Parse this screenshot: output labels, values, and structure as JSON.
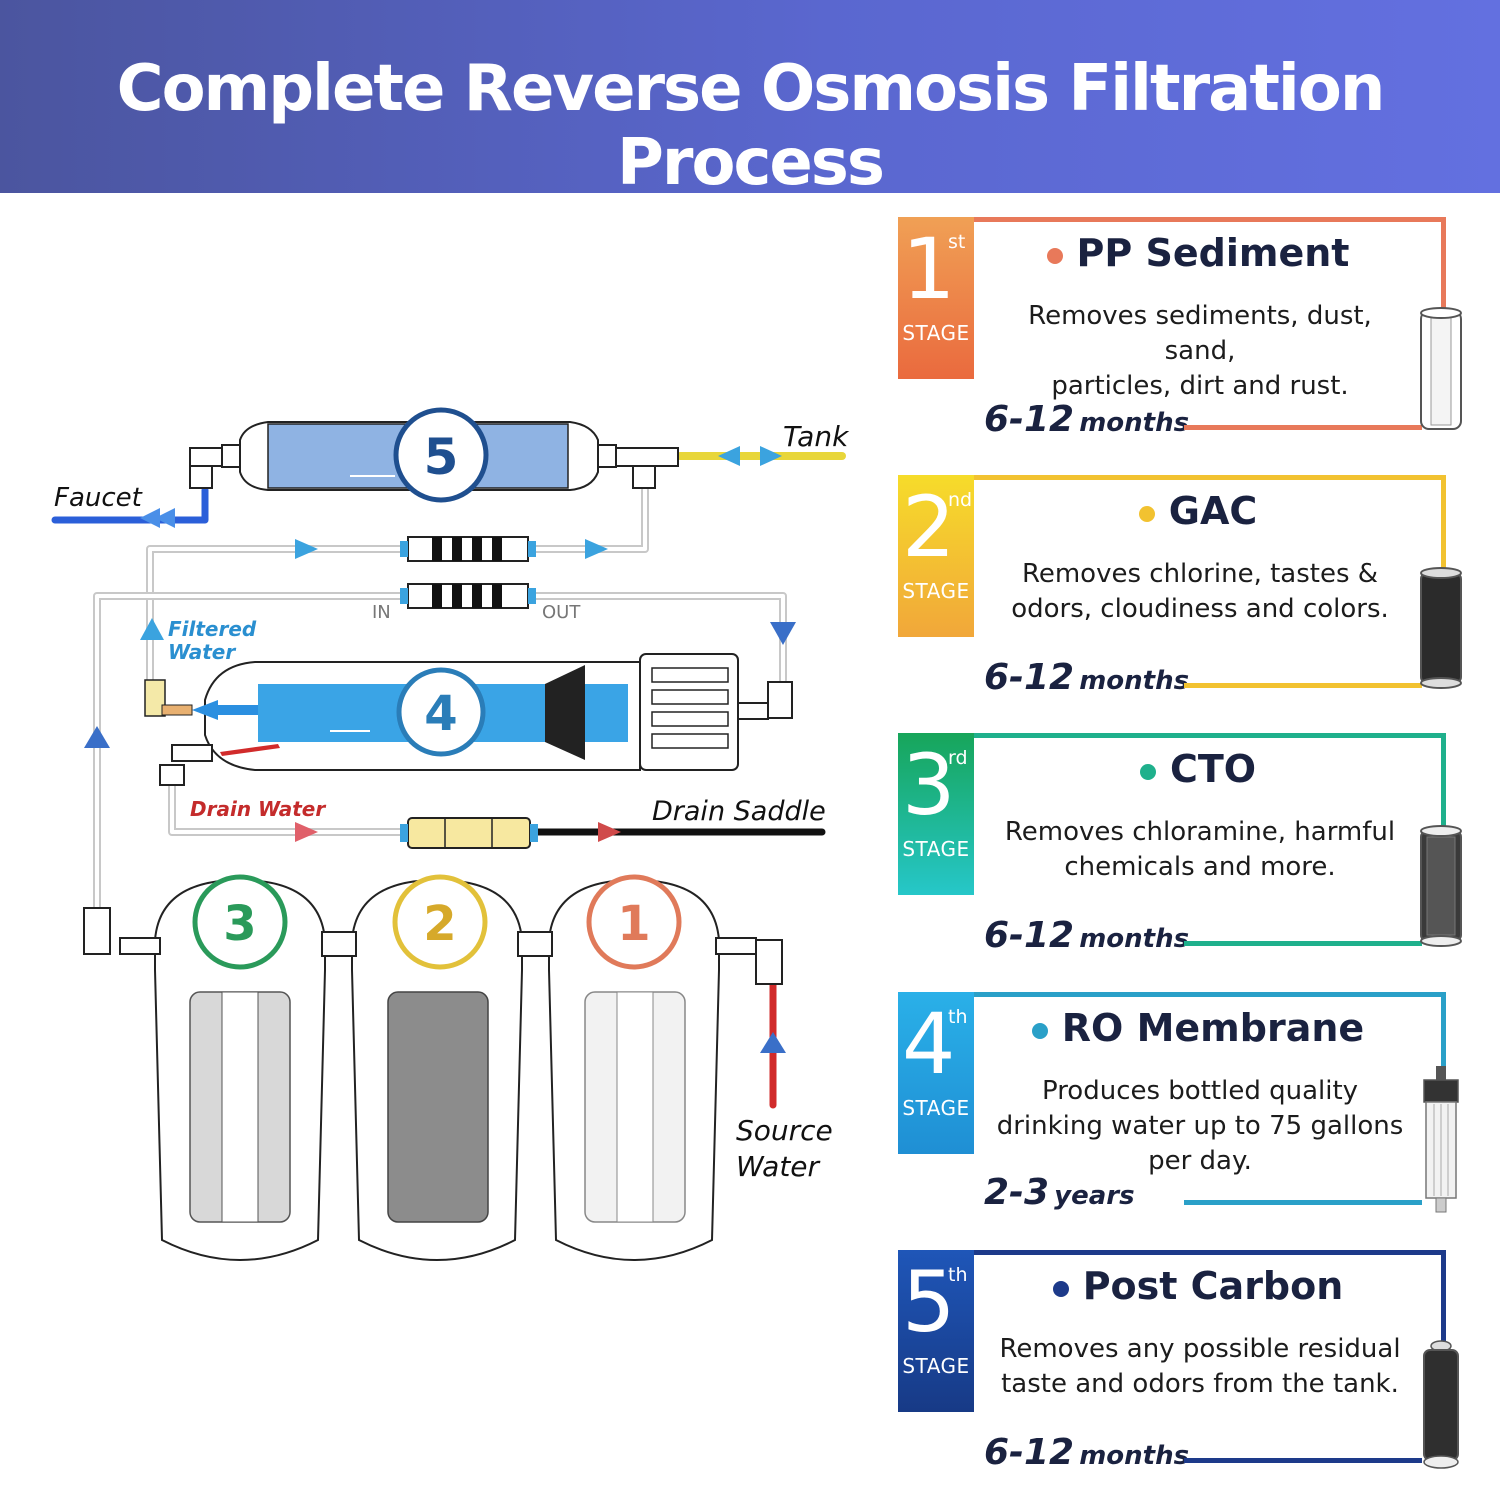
{
  "header": {
    "title": "Complete Reverse Osmosis Filtration Process"
  },
  "diagram": {
    "labels": {
      "tank": "Tank",
      "faucet": "Faucet",
      "filtered_water_1": "Filtered",
      "filtered_water_2": "Water",
      "in": "IN",
      "out": "OUT",
      "drain_water": "Drain Water",
      "drain_saddle": "Drain Saddle",
      "source_water_1": "Source",
      "source_water_2": "Water"
    },
    "stage_numbers": [
      "1",
      "2",
      "3",
      "4",
      "5"
    ]
  },
  "stages": [
    {
      "number": "1",
      "suffix": "st",
      "stage_label": "STAGE",
      "title": "PP Sediment",
      "desc_1": "Removes sediments, dust, sand,",
      "desc_2": "particles, dirt and rust.",
      "desc_3": "",
      "life_num": "6-12",
      "life_unit": "months",
      "color": "#e8795a",
      "badge_top": "#f0a055",
      "badge_bottom": "#ea6a3e",
      "cartridge": "sediment"
    },
    {
      "number": "2",
      "suffix": "nd",
      "stage_label": "STAGE",
      "title": "GAC",
      "desc_1": "Removes chlorine, tastes &",
      "desc_2": "odors, cloudiness and colors.",
      "desc_3": "",
      "life_num": "6-12",
      "life_unit": "months",
      "color": "#f2c230",
      "badge_top": "#f6dc2a",
      "badge_bottom": "#f1a73a",
      "cartridge": "carbon"
    },
    {
      "number": "3",
      "suffix": "rd",
      "stage_label": "STAGE",
      "title": "CTO",
      "desc_1": "Removes chloramine, harmful",
      "desc_2": "chemicals and more.",
      "desc_3": "",
      "life_num": "6-12",
      "life_unit": "months",
      "color": "#1fb08c",
      "badge_top": "#17a55a",
      "badge_bottom": "#26c7c9",
      "cartridge": "cto"
    },
    {
      "number": "4",
      "suffix": "th",
      "stage_label": "STAGE",
      "title": "RO Membrane",
      "desc_1": "Produces bottled quality",
      "desc_2": "drinking water up to 75 gallons",
      "desc_3": "per day.",
      "life_num": "2-3",
      "life_unit": "years",
      "color": "#2aa0c8",
      "badge_top": "#2ab0e8",
      "badge_bottom": "#1f8fd4",
      "cartridge": "membrane"
    },
    {
      "number": "5",
      "suffix": "th",
      "stage_label": "STAGE",
      "title": "Post Carbon",
      "desc_1": "Removes any possible residual",
      "desc_2": "taste and odors from the tank.",
      "desc_3": "",
      "life_num": "6-12",
      "life_unit": "months",
      "color": "#1d3a8a",
      "badge_top": "#1f56b8",
      "badge_bottom": "#173a86",
      "cartridge": "post"
    }
  ]
}
